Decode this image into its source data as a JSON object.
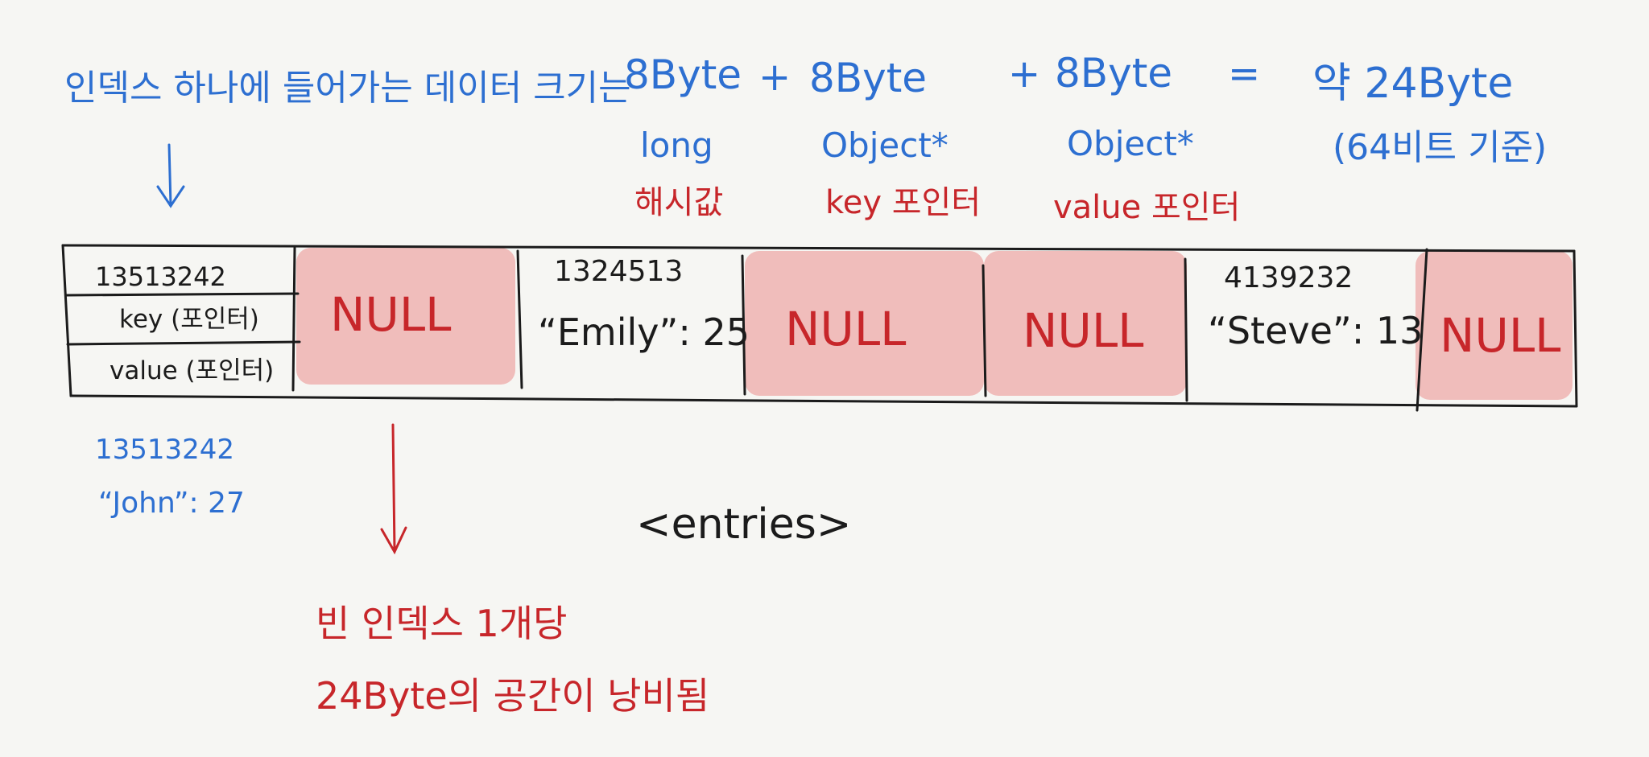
{
  "header": {
    "title": "인덱스 하나에 들어가는 데이터 크기는",
    "byte1": "8Byte",
    "plus1": "+",
    "byte2": "8Byte",
    "plus2": "+",
    "byte3": "8Byte",
    "equals": "=",
    "total": "약 24Byte",
    "basis": "(64비트 기준)"
  },
  "fields": {
    "long_label": "long",
    "long_desc": "해시값",
    "object1_label": "Object*",
    "object1_desc": "key 포인터",
    "object2_label": "Object*",
    "object2_desc": "value 포인터"
  },
  "entry_legend": {
    "hash": "13513242",
    "key": "key (포인터)",
    "value": "value (포인터)"
  },
  "cells": [
    {
      "hash": "",
      "content": "NULL",
      "empty": true
    },
    {
      "hash": "1324513",
      "content": "“Emily”: 25",
      "empty": false
    },
    {
      "hash": "",
      "content": "NULL",
      "empty": true
    },
    {
      "hash": "",
      "content": "NULL",
      "empty": true
    },
    {
      "hash": "4139232",
      "content": "“Steve”: 13",
      "empty": false
    },
    {
      "hash": "",
      "content": "NULL",
      "empty": true
    }
  ],
  "below_first": {
    "hash": "13513242",
    "entry": "“John”: 27"
  },
  "entries_label": "<entries>",
  "waste_note": {
    "line1": "빈 인덱스 1개당",
    "line2": "24Byte의 공간이 낭비됨"
  },
  "colors": {
    "blue": "#2d6fd1",
    "red": "#c7262a",
    "black": "#1b1b1b",
    "null_fill": "#f0bdbb",
    "background": "#f6f6f3"
  }
}
